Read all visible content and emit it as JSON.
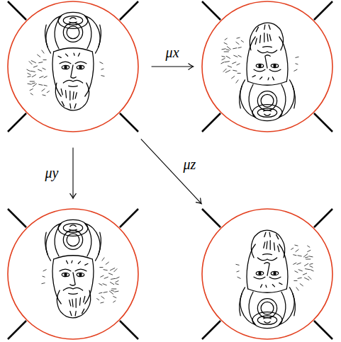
{
  "diagram": {
    "nodes": [
      {
        "text": []
      },
      {
        "text": []
      },
      {
        "text": []
      },
      {
        "text": []
      }
    ],
    "edges": [
      {
        "from": 0,
        "to": 1,
        "arrow": "to",
        "label": "μx"
      },
      {
        "from": 0,
        "to": 2,
        "arrow": "to",
        "label": "μy"
      },
      {
        "from": 0,
        "to": 3,
        "arrow": "to",
        "label": "μz"
      }
    ]
  }
}
